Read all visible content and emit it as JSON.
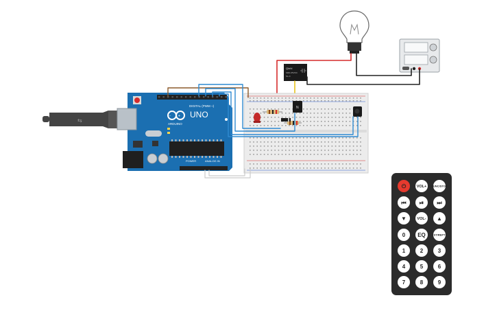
{
  "canvas": {
    "background": "#ffffff"
  },
  "arduino": {
    "model_label": "UNO",
    "brand_label": "ARDUINO",
    "digital_label": "DIGITAL (PWM ~)",
    "power_label": "POWER",
    "analog_label": "ANALOG IN",
    "board_color": "#1b6fb1",
    "usb_color": "#444444"
  },
  "relay": {
    "brand_label": "Qinhl",
    "text_line1": "SRD-05VDC",
    "text_line2": "SL-C"
  },
  "power_supply": {
    "color": "#e8eaec"
  },
  "remote": {
    "body_color": "#2b2b2b",
    "power_color": "#e63a2e",
    "keys": [
      {
        "label": "⏻",
        "name": "power"
      },
      {
        "label": "VOL+",
        "name": "vol-up"
      },
      {
        "label": "FUNC/STOP",
        "name": "func-stop"
      },
      {
        "label": "⏮",
        "name": "prev"
      },
      {
        "label": "⏯",
        "name": "play-pause"
      },
      {
        "label": "⏭",
        "name": "next"
      },
      {
        "label": "▼",
        "name": "down"
      },
      {
        "label": "VOL-",
        "name": "vol-down"
      },
      {
        "label": "▲",
        "name": "up"
      },
      {
        "label": "0",
        "name": "0"
      },
      {
        "label": "EQ",
        "name": "eq"
      },
      {
        "label": "ST/REPT",
        "name": "st-rept"
      },
      {
        "label": "1",
        "name": "1"
      },
      {
        "label": "2",
        "name": "2"
      },
      {
        "label": "3",
        "name": "3"
      },
      {
        "label": "4",
        "name": "4"
      },
      {
        "label": "5",
        "name": "5"
      },
      {
        "label": "6",
        "name": "6"
      },
      {
        "label": "7",
        "name": "7"
      },
      {
        "label": "8",
        "name": "8"
      },
      {
        "label": "9",
        "name": "9"
      }
    ]
  },
  "wires": {
    "blue": "#2f8ad1",
    "red": "#d62b2b",
    "black": "#222222",
    "brown": "#8b5a2b",
    "yellow": "#e8c21a",
    "white": "#cccccc"
  }
}
